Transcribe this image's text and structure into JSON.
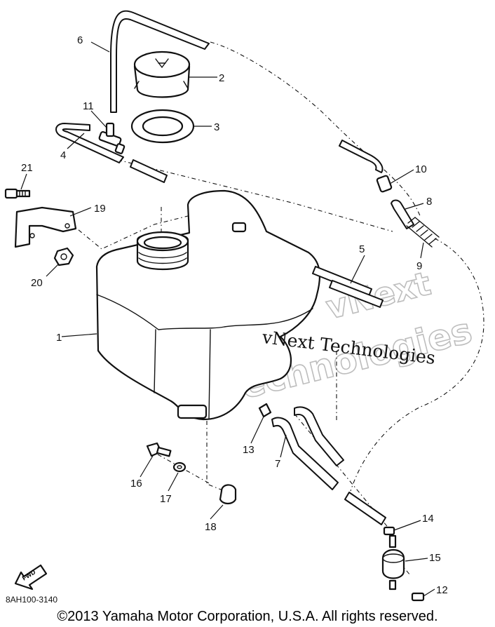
{
  "parts": [
    {
      "number": "1"
    },
    {
      "number": "2"
    },
    {
      "number": "3"
    },
    {
      "number": "4"
    },
    {
      "number": "5"
    },
    {
      "number": "6"
    },
    {
      "number": "7"
    },
    {
      "number": "8"
    },
    {
      "number": "9"
    },
    {
      "number": "10"
    },
    {
      "number": "11"
    },
    {
      "number": "12"
    },
    {
      "number": "13"
    },
    {
      "number": "14"
    },
    {
      "number": "15"
    },
    {
      "number": "16"
    },
    {
      "number": "17"
    },
    {
      "number": "18"
    },
    {
      "number": "19"
    },
    {
      "number": "20"
    },
    {
      "number": "21"
    }
  ],
  "watermark": {
    "line": "vNext Technologies",
    "outline_top": "vNext",
    "outline_bottom": "Technologies"
  },
  "fwd_label": "FWD",
  "reference_code": "8AH100-3140",
  "copyright": "©2013 Yamaha Motor Corporation, U.S.A. All rights reserved.",
  "colors": {
    "ink": "#111111",
    "watermark_outline": "#bdbdbd",
    "background": "#ffffff"
  }
}
